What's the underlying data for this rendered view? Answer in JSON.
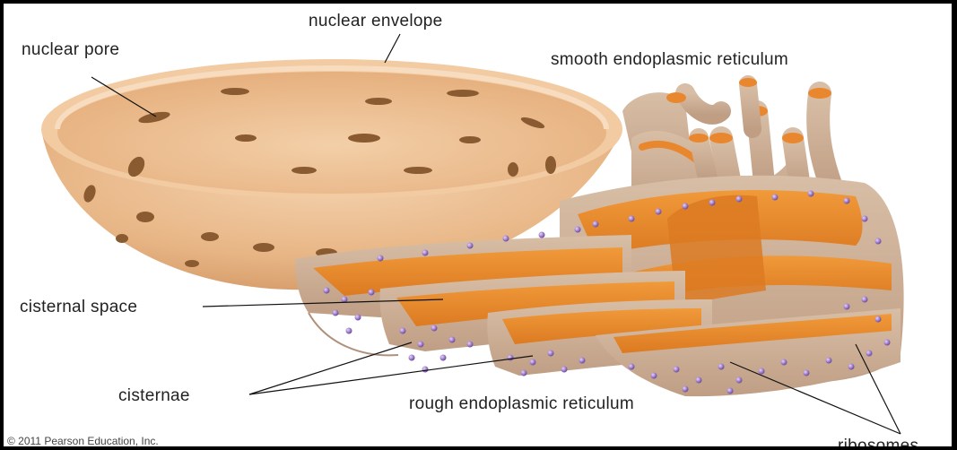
{
  "labels": {
    "nuclear_envelope": "nuclear envelope",
    "nuclear_pore": "nuclear pore",
    "smooth_er": "smooth endoplasmic reticulum",
    "cisternal_space": "cisternal space",
    "cisternae": "cisternae",
    "rough_er": "rough endoplasmic reticulum",
    "ribosomes": "ribosomes"
  },
  "credit": "© 2011 Pearson Education, Inc.",
  "colors": {
    "nucleus": "#e8b98a",
    "nucleus_inner": "#f0caa0",
    "er_membrane": "#c9a98f",
    "er_lumen": "#e9872e",
    "ribosome": "#9b77c9"
  }
}
